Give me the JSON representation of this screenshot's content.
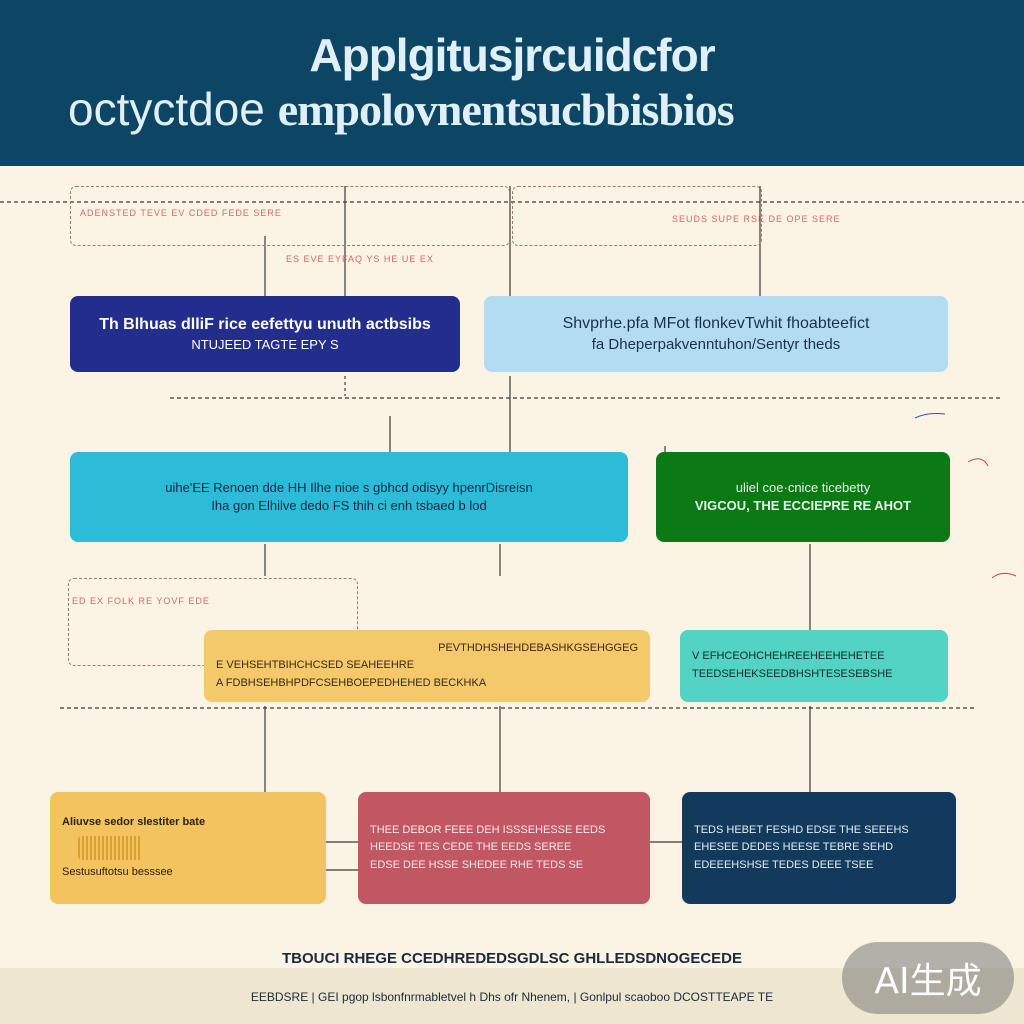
{
  "header": {
    "title_line1": "Applgitusjrcuidcfor",
    "title_line2_light": "octyctdoe",
    "title_line2_bold": "empolovnentsucbbisbios"
  },
  "notes": [
    "ADENSTED TEVE EV CDED FEDE SERE",
    "ES EVE EYFAQ YS HE UE EX",
    "SEUDS SUPE RSE DE OPE SERE",
    "ED EX FOLK RE YOVF EDE"
  ],
  "boxes": {
    "box1": {
      "line1": "Th Blhuas dlliF rice eefettyu unuth actbsibs",
      "line2": "NTUJEED TAGTE EPY S"
    },
    "box2": {
      "line1": "Shvprhe.pfa MFot flonkevTwhit fhoabteefict",
      "line2": "fa Dheperpakvenntuhon/Sentyr theds"
    },
    "box3": {
      "line1": "uihe'EE Renoen dde HH Ilhe nioe s gbhcd odisyy hpenrDisreisn",
      "line2": "Iha gon Elhilve dedo FS thih ci enh tsbaed b lod"
    },
    "box4": {
      "line1": "uliel coe·cnice ticebetty",
      "line2": "VIGCOU, THE ECCIEPRE RE AHOT"
    },
    "box5": {
      "line1": "PEVTHDHSHEHDEBASHKGSEHGGEG",
      "line2": "E VEHSEHTBIHCHCSED SEAHEEHRE",
      "line3": "A FDBHSEHBHPDFCSEHBOEPEDHEHED BECKHKA"
    },
    "box6": {
      "line1": "V EFHCEOHCHEHREEHEEHEHETEE",
      "line2": "TEEDSEHEKSEEDBHSHTESESEBSHE"
    },
    "box7": {
      "line1": "Aliuvse sedor slestiter bate",
      "line2": "Sestusuftotsu besssee"
    },
    "box8": {
      "line1": "THEE DEBOR FEEE DEH ISSSEHESSE EEDS",
      "line2": "HEEDSE TES CEDE THE EEDS SEREE",
      "line3": "EDSE DEE HSSE SHEDEE RHE TEDS SE"
    },
    "box9": {
      "line1": "TEDS HEBET FESHD EDSE THE SEEEHS",
      "line2": "EHESEE DEDES HEESE TEBRE SEHD",
      "line3": "EDEEEHSHSE TEDES DEEE TSEE"
    }
  },
  "footer": {
    "line1": "TBOUCI RHEGE CCEDHREDEDSGDLSC GHLLEDSDNOGECEDE",
    "line2": "EEBDSRE  |  GEI pgop lsbonfnrmabletvel h  Dhs ofr Nhenem,  |  Gonlpul scaoboo  DCOSTTEAPE  TE"
  },
  "watermark": {
    "text": "AI生成"
  },
  "colors": {
    "header_bg": "#0d4664",
    "background": "#fbf3e4",
    "box1": "#232e8c",
    "box2": "#b3dcf2",
    "box3": "#2dbcd8",
    "box4": "#0b7a15",
    "box5": "#f4c96b",
    "box6": "#53d3c3",
    "box7": "#f2c35f",
    "box8": "#c25764",
    "box9": "#113a5c"
  }
}
